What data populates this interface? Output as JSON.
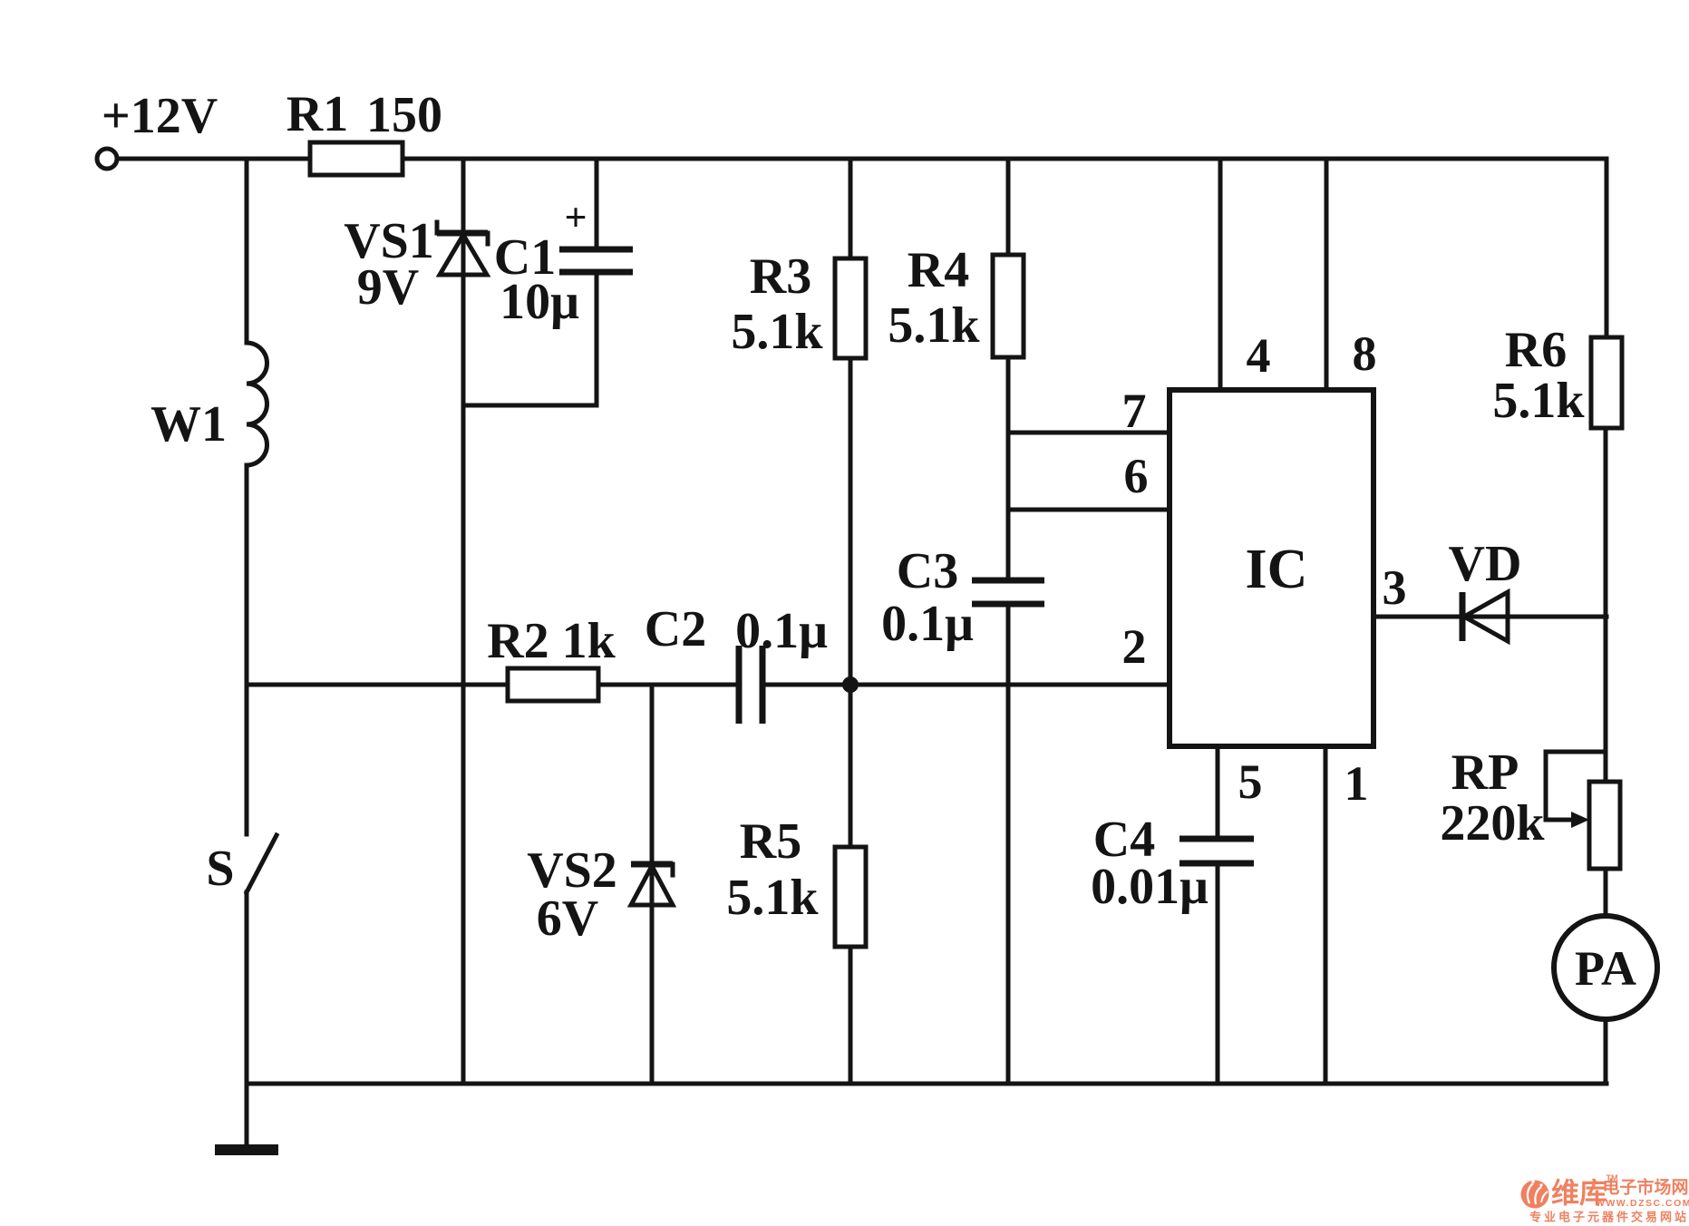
{
  "figure": {
    "type": "circuit-schematic",
    "background": "#ffffff",
    "ink_color": "#141414",
    "components": [
      {
        "id": "R1",
        "kind": "resistor",
        "value": "150"
      },
      {
        "id": "W1",
        "kind": "inductor-coil",
        "value": ""
      },
      {
        "id": "S",
        "kind": "switch",
        "value": ""
      },
      {
        "id": "VS1",
        "kind": "zener-diode",
        "value": "9V"
      },
      {
        "id": "C1",
        "kind": "electrolytic-capacitor",
        "value": "10μ",
        "polarity": "+"
      },
      {
        "id": "R2",
        "kind": "resistor",
        "value": "1k"
      },
      {
        "id": "C2",
        "kind": "capacitor",
        "value": "0.1μ"
      },
      {
        "id": "VS2",
        "kind": "zener-diode",
        "value": "6V"
      },
      {
        "id": "R3",
        "kind": "resistor",
        "value": "5.1k"
      },
      {
        "id": "R4",
        "kind": "resistor",
        "value": "5.1k"
      },
      {
        "id": "R5",
        "kind": "resistor",
        "value": "5.1k"
      },
      {
        "id": "C3",
        "kind": "capacitor",
        "value": "0.1μ"
      },
      {
        "id": "C4",
        "kind": "capacitor",
        "value": "0.01μ"
      },
      {
        "id": "IC",
        "kind": "ic-block",
        "pins_left": [
          "7",
          "6",
          "2"
        ],
        "pins_top": [
          "4",
          "8"
        ],
        "pins_bottom": [
          "5",
          "1"
        ],
        "pins_right": [
          "3"
        ]
      },
      {
        "id": "VD",
        "kind": "diode",
        "value": ""
      },
      {
        "id": "R6",
        "kind": "resistor",
        "value": "5.1k"
      },
      {
        "id": "RP",
        "kind": "potentiometer",
        "value": "220k"
      },
      {
        "id": "PA",
        "kind": "ammeter",
        "value": ""
      }
    ]
  },
  "labels": {
    "power": "+12V",
    "r1_name": "R1",
    "r1_value": "150",
    "w1": "W1",
    "s": "S",
    "vs1_name": "VS1",
    "vs1_value": "9V",
    "c1_name": "C1",
    "c1_plus": "+",
    "c1_value": "10μ",
    "r2": "R2 1k",
    "c2_name": "C2",
    "c2_value": "0.1μ",
    "vs2_name": "VS2",
    "vs2_value": "6V",
    "r3_name": "R3",
    "r3_value": "5.1k",
    "r4_name": "R4",
    "r4_value": "5.1k",
    "r5_name": "R5",
    "r5_value": "5.1k",
    "c3_name": "C3",
    "c3_value": "0.1μ",
    "c4_name": "C4",
    "c4_value": "0.01μ",
    "ic": "IC",
    "pin7": "7",
    "pin6": "6",
    "pin2": "2",
    "pin4": "4",
    "pin8": "8",
    "pin5": "5",
    "pin1": "1",
    "pin3": "3",
    "vd": "VD",
    "r6_name": "R6",
    "r6_value": "5.1k",
    "rp_name": "RP",
    "rp_value": "220k",
    "pa": "PA"
  },
  "watermark": {
    "brand": "维库",
    "tm": "TM",
    "brand_suffix": "电子市场网",
    "url": "WWW.DZSC.COM",
    "tagline": "专业电子元器件交易网站",
    "color": "#EF8160"
  }
}
